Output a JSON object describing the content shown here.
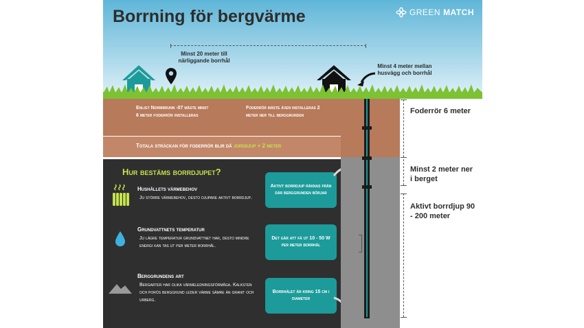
{
  "title": "Borrning för bergvärme",
  "brand": {
    "name_light": "GREEN",
    "name_bold": "MATCH",
    "icon": "greenmatch-logo-icon"
  },
  "top_distance": "Minst 20 meter till närliggande borrhål",
  "house_distance": "Minst 4 meter mellan husvägg och borrhål",
  "soil": {
    "left_text": "Enligt Normbrunn -07 måste minst 6 meter foderrör installeras",
    "right_text": "Foderrör måste även installeras 2 meter ner till berggrunden",
    "total_prefix": "Totala sträckan för foderrör blir då",
    "total_highlight": "jorddjup + 2 meter"
  },
  "panel": {
    "title": "Hur bestäms borrdjupet?",
    "factors": [
      {
        "title": "Hushållets värmebehov",
        "desc": "Ju större värmebehov, desto djupare aktivt borrdjup.",
        "icon": "radiator-icon"
      },
      {
        "title": "Grundvattnets temperatur",
        "desc": "Ju lägre temperatur grundvattnet har, desto mindre energi kan tas ut per meter borrhål.",
        "icon": "water-drop-icon"
      },
      {
        "title": "Berggrundens art",
        "desc": "Bergarter har olika värmeledningsförmåga. Kalksten och porös berggrund leder värme sämre än granit och urberg.",
        "icon": "mountain-icon"
      }
    ]
  },
  "callouts": [
    "Aktivt borrdjup räknas från där berggrunden börjar",
    "Det går att få ut 10 - 50 W per meter borrhål",
    "Borrhålet är kring 15 cm i diameter"
  ],
  "measures": [
    {
      "label": "Foderrör 6 meter"
    },
    {
      "label": "Minst 2 meter ner i berget"
    },
    {
      "label": "Aktivt borrdjup 90 - 200 meter"
    }
  ],
  "colors": {
    "teal": "#1c9b9a",
    "accent": "#c6e24b",
    "soil": "#b77a5a",
    "dark": "#2f2f2f"
  }
}
